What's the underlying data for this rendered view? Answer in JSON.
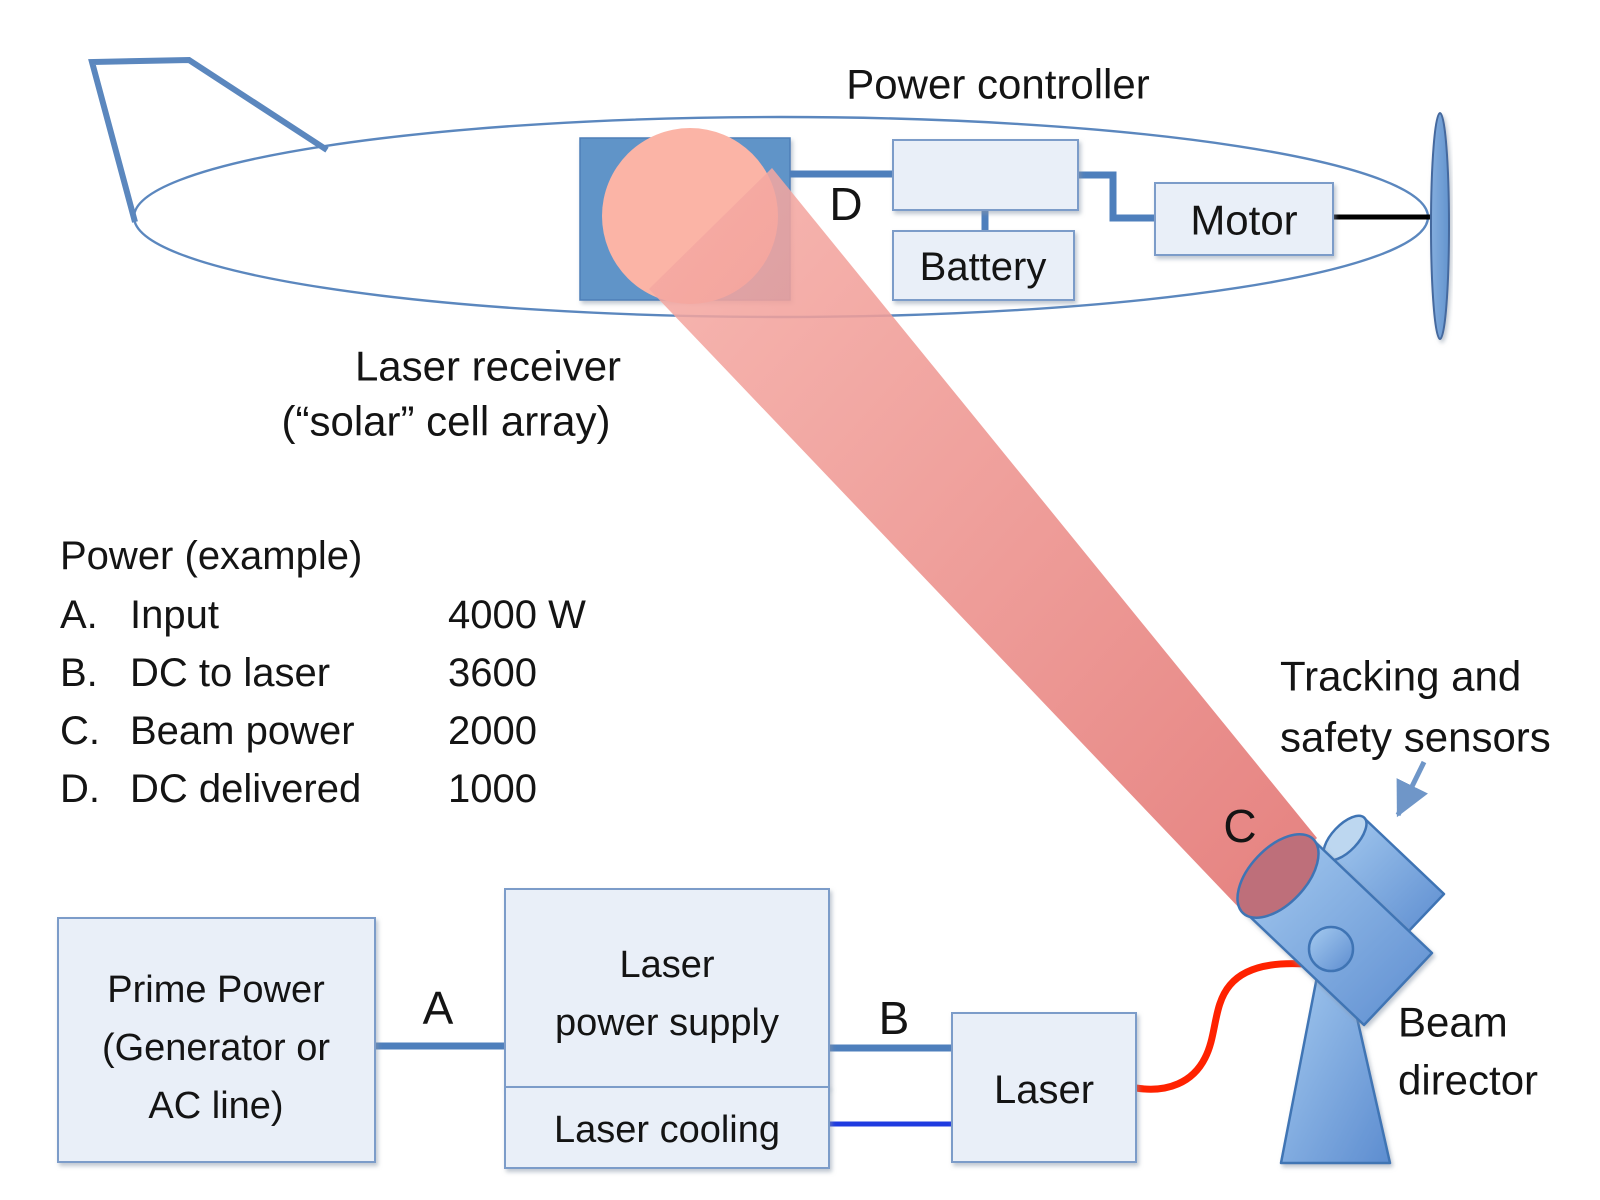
{
  "aircraft": {
    "power_controller_label": "Power controller",
    "battery_label": "Battery",
    "motor_label": "Motor",
    "receiver_caption_line1": "Laser receiver",
    "receiver_caption_line2": "(“solar” cell array)",
    "point_d": "D"
  },
  "ground": {
    "prime_power_line1": "Prime Power",
    "prime_power_line2": "(Generator or",
    "prime_power_line3": "AC line)",
    "laser_power_supply_line1": "Laser",
    "laser_power_supply_line2": "power supply",
    "laser_cooling_label": "Laser cooling",
    "laser_label": "Laser",
    "beam_director_line1": "Beam",
    "beam_director_line2": "director",
    "tracking_line1": "Tracking and",
    "tracking_line2": "safety sensors",
    "point_a": "A",
    "point_b": "B",
    "point_c": "C"
  },
  "power_table": {
    "heading": "Power (example)",
    "rows": [
      {
        "letter": "A.",
        "name": "Input",
        "value": "4000 W"
      },
      {
        "letter": "B.",
        "name": "DC to laser",
        "value": "3600"
      },
      {
        "letter": "C.",
        "name": "Beam power",
        "value": "2000"
      },
      {
        "letter": "D.",
        "name": "DC delivered",
        "value": "1000"
      }
    ]
  },
  "colors": {
    "outline_blue": "#5B87BE",
    "connector_blue": "#4E7FBC",
    "box_fill": "#E9EFF8",
    "box_stroke": "#7B9CC9",
    "receiver_square": "#6094C8",
    "receiver_cell": "#FBB4A6",
    "beam_light": "#F6ACA5",
    "beam_dark": "#E37876",
    "fiber_red": "#FF2200",
    "cooling_blue": "#1F3BE0",
    "director_blue": "#6FA3DC",
    "shaft_black": "#000000"
  }
}
